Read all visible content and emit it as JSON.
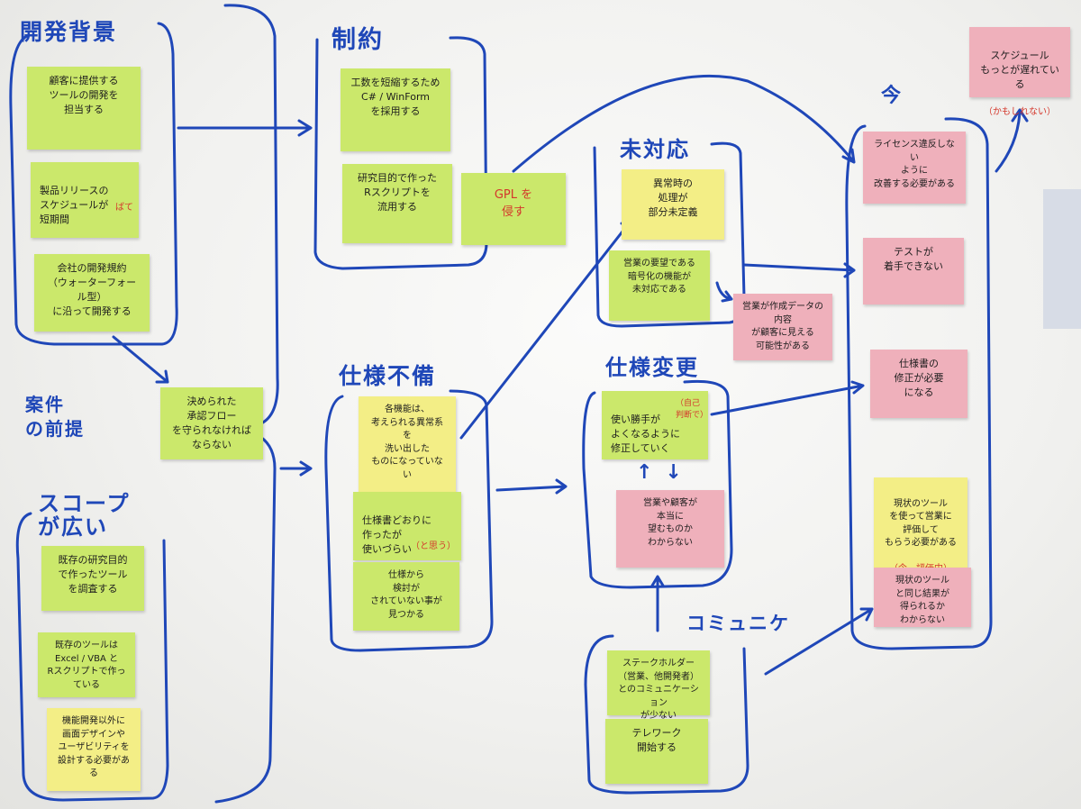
{
  "headings": {
    "background": "開発背景",
    "constraint": "制約",
    "unsupported": "未対応",
    "premise": "案件\nの前提",
    "scope": "スコープ\nが広い",
    "spec_gap": "仕様不備",
    "spec_change": "仕様変更",
    "communication": "コミュニケ",
    "now": "今"
  },
  "notes": {
    "bg1": "顧客に提供する\nツールの開発を\n担当する",
    "bg2": "製品リリースの\nスケジュールが\n短期間",
    "bg2_tag": "ばて",
    "bg3": "会社の開発規約\n（ウォーターフォール型）\nに沿って開発する",
    "flow": "決められた\n承認フロー\nを守られなければ\nならない",
    "sc1": "既存の研究目的\nで作ったツール\nを調査する",
    "sc2": "既存のツールは\nExcel / VBA と\nRスクリプトで作っている",
    "sc3": "機能開発以外に\n画面デザインや\nユーザビリティを\n設計する必要がある",
    "con1": "工数を短縮するため\nC# / WinForm\nを採用する",
    "con2": "研究目的で作った\nRスクリプトを\n流用する",
    "gpl": "GPL を\n侵す",
    "un1": "異常時の\n処理が\n部分未定義",
    "un2": "営業の要望である\n暗号化の機能が\n未対応である",
    "risk": "営業が作成データの内容\nが顧客に見える\n可能性がある",
    "sg1": "各機能は、\n考えられる異常系を\n洗い出した\nものになっていない",
    "sg2": "仕様書どおりに\n作ったが\n使いづらい",
    "sg2_tag": "（と思う）",
    "sg3": "仕様から\n検討が\nされていない事が\n見つかる",
    "ch1": "使い勝手が\nよくなるように\n修正していく",
    "ch1_tag": "（自己判断で）",
    "ch_arrows": "↑↓",
    "ch2": "営業や顧客が\n本当に\n望むものか\nわからない",
    "cm1": "ステークホルダー\n（営業、他開発者）\nとのコミュニケーション\nが少ない",
    "cm2": "テレワーク\n開始する",
    "now1": "ライセンス違反しない\nように\n改善する必要がある",
    "now2": "テストが\n着手できない",
    "now3": "仕様書の\n修正が必要\nになる",
    "now4": "現状のツール\nを使って営業に\n評価して\nもらう必要がある",
    "now4_tag": "（今、評価中）",
    "now5": "現状のツール\nと同じ結果が\n得られるか\nわからない",
    "sched": "スケジュール\nもっとが遅れている",
    "sched_tag": "（かもしれない）"
  },
  "colors": {
    "ink": "#1f47b8",
    "green_note": "#cbe86b",
    "yellow_note": "#f3ee86",
    "pink_note": "#efb0bb",
    "red_ink": "#d4372b"
  }
}
